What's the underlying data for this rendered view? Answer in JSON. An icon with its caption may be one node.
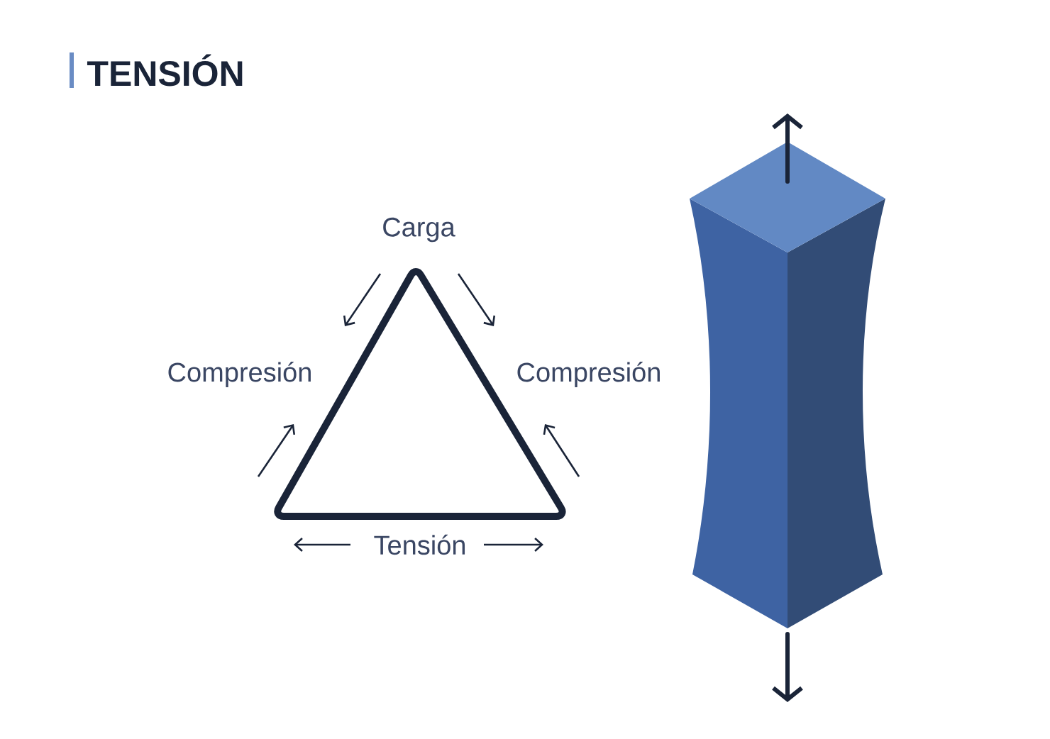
{
  "diagram": {
    "title": "TENSIÓN",
    "labels": [
      "Carga",
      "Compresión",
      "Compresión",
      "Tensión"
    ]
  }
}
